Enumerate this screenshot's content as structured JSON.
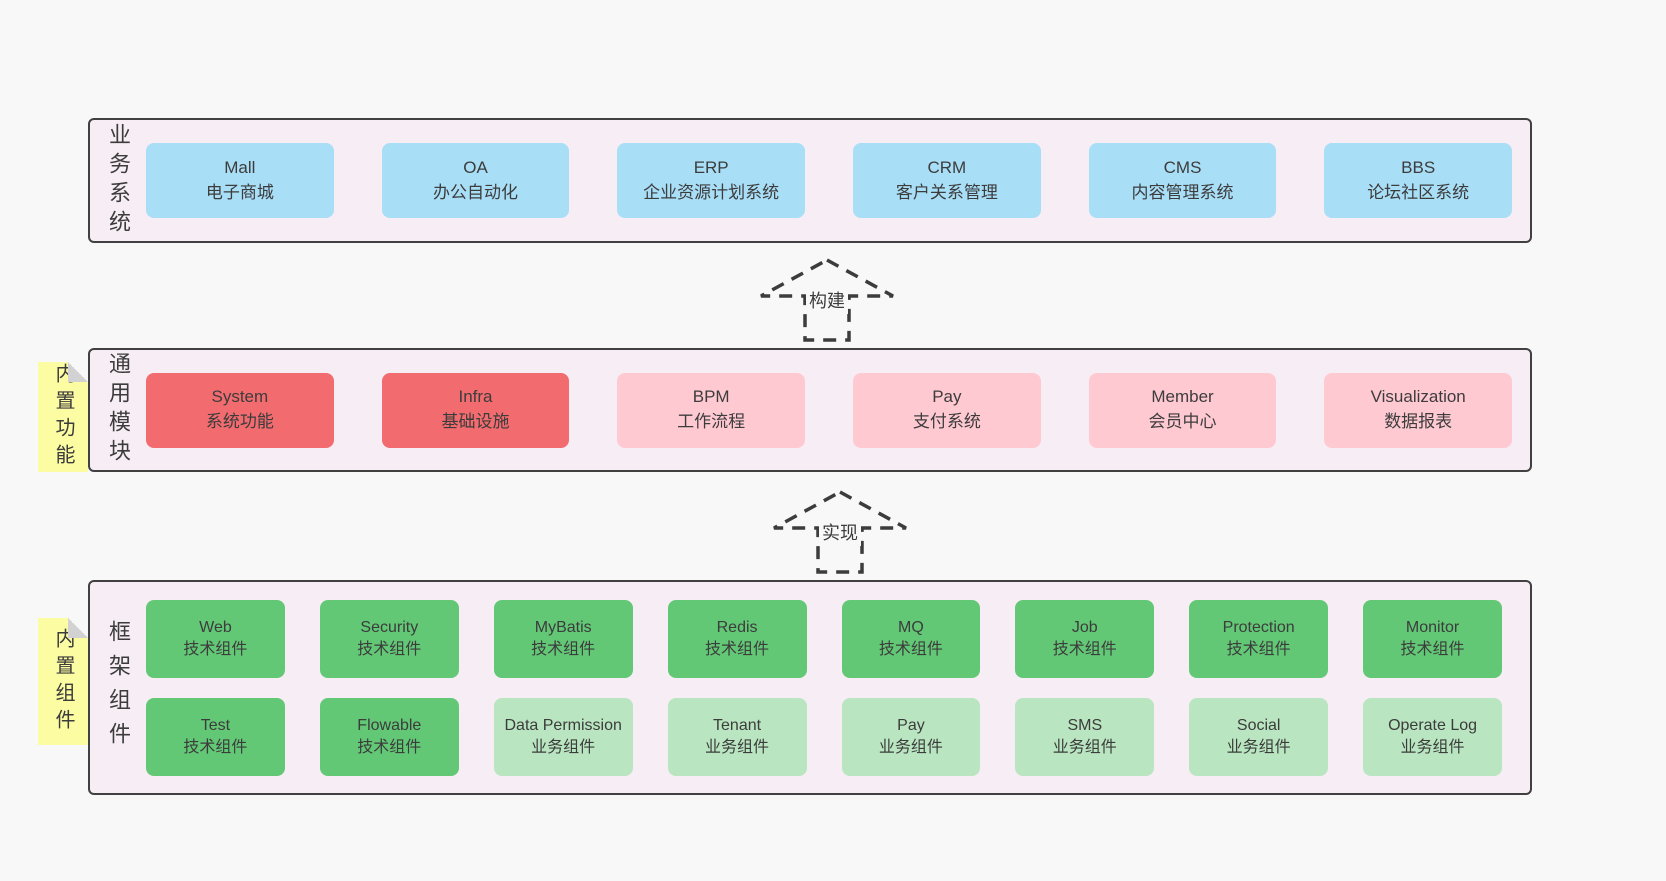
{
  "colors": {
    "page_bg": "#f8f8f8",
    "band_bg": "#f7edf5",
    "band_border": "#414141",
    "box_blue": "#a9def7",
    "box_red": "#f26b6f",
    "box_pink": "#ffc9d2",
    "box_green_dark": "#62c876",
    "box_green_light": "#b9e6c1",
    "sticky_bg": "#fcfca3",
    "sticky_fold": "#d2d2d2",
    "text": "#3c3c3c"
  },
  "arrows": [
    {
      "label": "构建"
    },
    {
      "label": "实现"
    }
  ],
  "bands": [
    {
      "label": "业务系统",
      "boxes": [
        {
          "title": "Mall",
          "subtitle": "电子商城"
        },
        {
          "title": "OA",
          "subtitle": "办公自动化"
        },
        {
          "title": "ERP",
          "subtitle": "企业资源计划系统"
        },
        {
          "title": "CRM",
          "subtitle": "客户关系管理"
        },
        {
          "title": "CMS",
          "subtitle": "内容管理系统"
        },
        {
          "title": "BBS",
          "subtitle": "论坛社区系统"
        }
      ]
    },
    {
      "label": "通用模块",
      "sticky": "内置功能",
      "boxes": [
        {
          "title": "System",
          "subtitle": "系统功能"
        },
        {
          "title": "Infra",
          "subtitle": "基础设施"
        },
        {
          "title": "BPM",
          "subtitle": "工作流程"
        },
        {
          "title": "Pay",
          "subtitle": "支付系统"
        },
        {
          "title": "Member",
          "subtitle": "会员中心"
        },
        {
          "title": "Visualization",
          "subtitle": "数据报表"
        }
      ]
    },
    {
      "label": "框架组件",
      "sticky": "内置组件",
      "rows": [
        {
          "boxes": [
            {
              "title": "Web",
              "subtitle": "技术组件"
            },
            {
              "title": "Security",
              "subtitle": "技术组件"
            },
            {
              "title": "MyBatis",
              "subtitle": "技术组件"
            },
            {
              "title": "Redis",
              "subtitle": "技术组件"
            },
            {
              "title": "MQ",
              "subtitle": "技术组件"
            },
            {
              "title": "Job",
              "subtitle": "技术组件"
            },
            {
              "title": "Protection",
              "subtitle": "技术组件"
            },
            {
              "title": "Monitor",
              "subtitle": "技术组件"
            }
          ]
        },
        {
          "boxes": [
            {
              "title": "Test",
              "subtitle": "技术组件"
            },
            {
              "title": "Flowable",
              "subtitle": "技术组件"
            },
            {
              "title": "Data Permission",
              "subtitle": "业务组件"
            },
            {
              "title": "Tenant",
              "subtitle": "业务组件"
            },
            {
              "title": "Pay",
              "subtitle": "业务组件"
            },
            {
              "title": "SMS",
              "subtitle": "业务组件"
            },
            {
              "title": "Social",
              "subtitle": "业务组件"
            },
            {
              "title": "Operate Log",
              "subtitle": "业务组件"
            }
          ]
        }
      ]
    }
  ]
}
